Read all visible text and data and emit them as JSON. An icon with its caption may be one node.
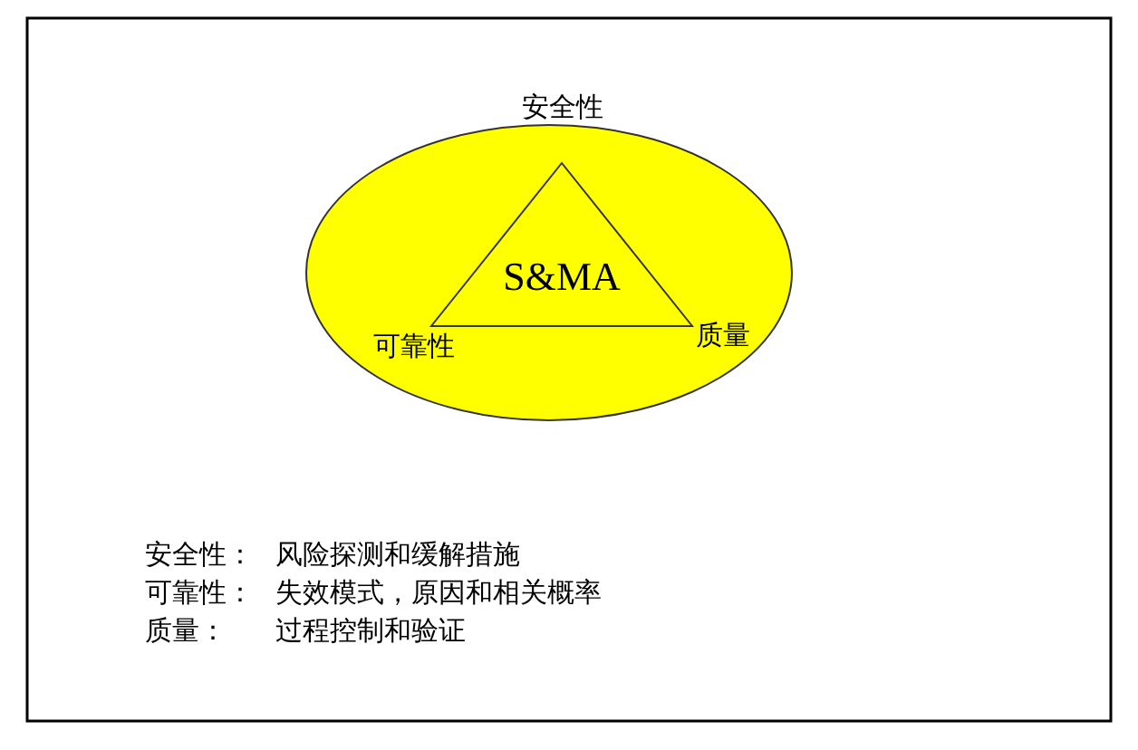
{
  "diagram": {
    "nodes": [
      {
        "text": [],
        "shape": "circle"
      },
      {
        "text": [
          "S&MA"
        ],
        "in": 0,
        "beside": [
          "安全性",
          "可靠性",
          "质量"
        ]
      }
    ],
    "labels": [
      "安全性：",
      "风险探测和缓解措施",
      "可靠性：",
      "失效模式，原因和相关概率",
      "质量：",
      "过程控制和验证"
    ]
  }
}
